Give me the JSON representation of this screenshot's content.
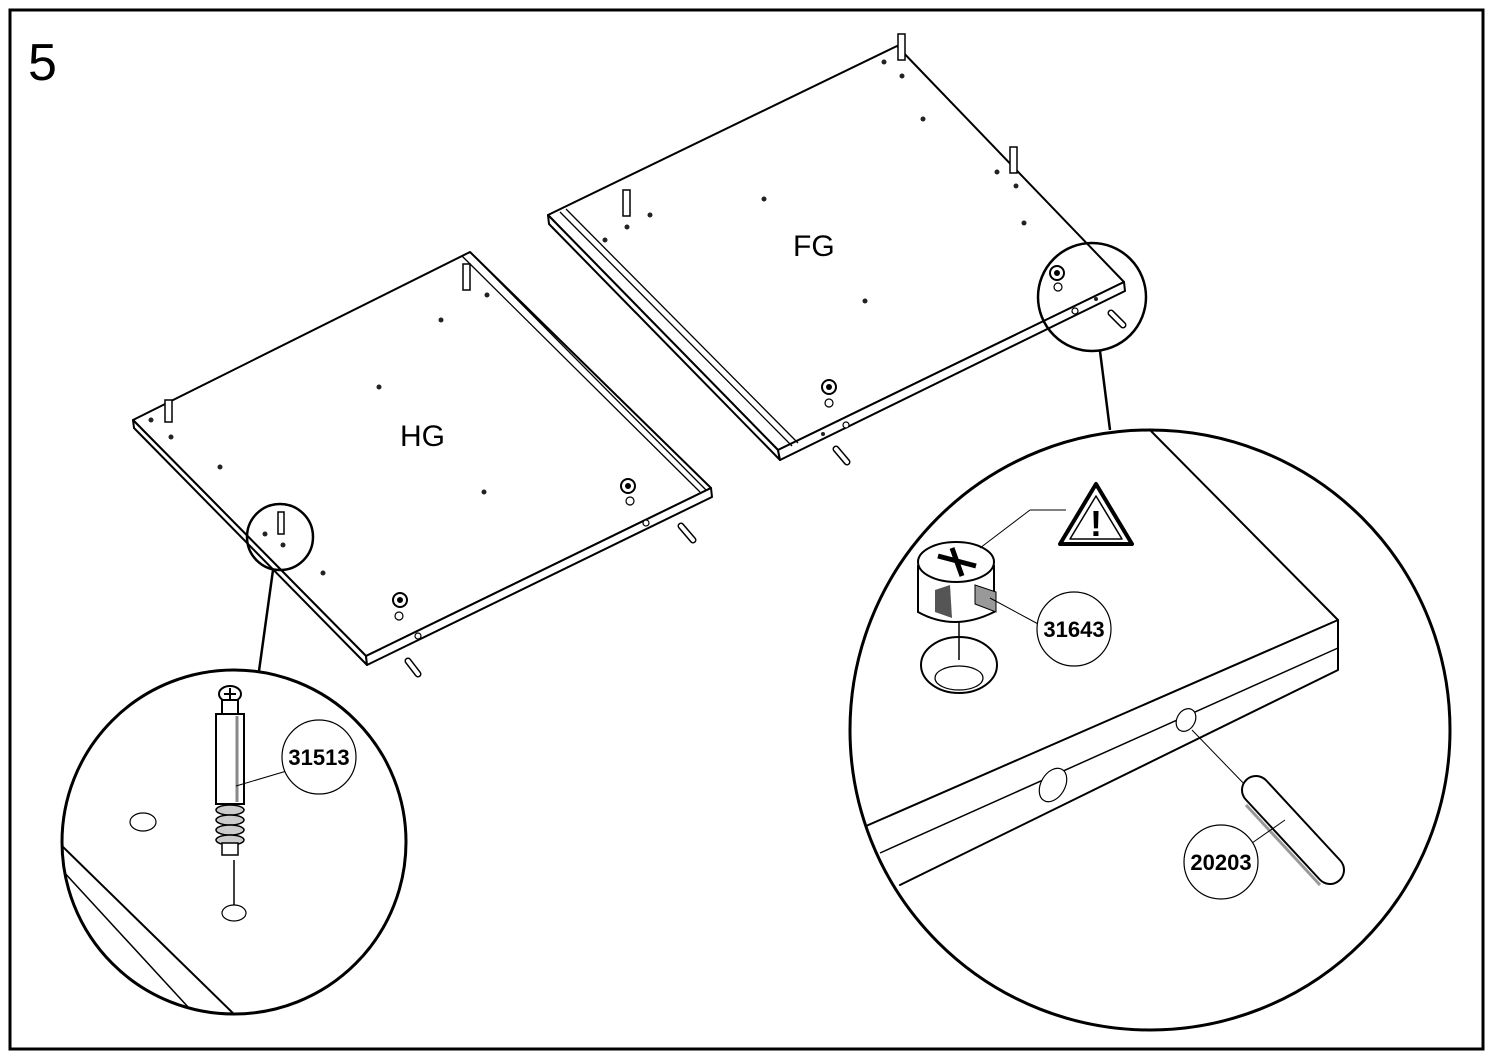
{
  "step": {
    "number": "5"
  },
  "panels": {
    "hg": {
      "label": "HG"
    },
    "fg": {
      "label": "FG"
    }
  },
  "parts": {
    "cam_bolt": {
      "number": "31513"
    },
    "cam_lock": {
      "number": "31643"
    },
    "dowel": {
      "number": "20203"
    }
  },
  "warning": {
    "icon": "warning-triangle-icon",
    "mark": "!"
  }
}
